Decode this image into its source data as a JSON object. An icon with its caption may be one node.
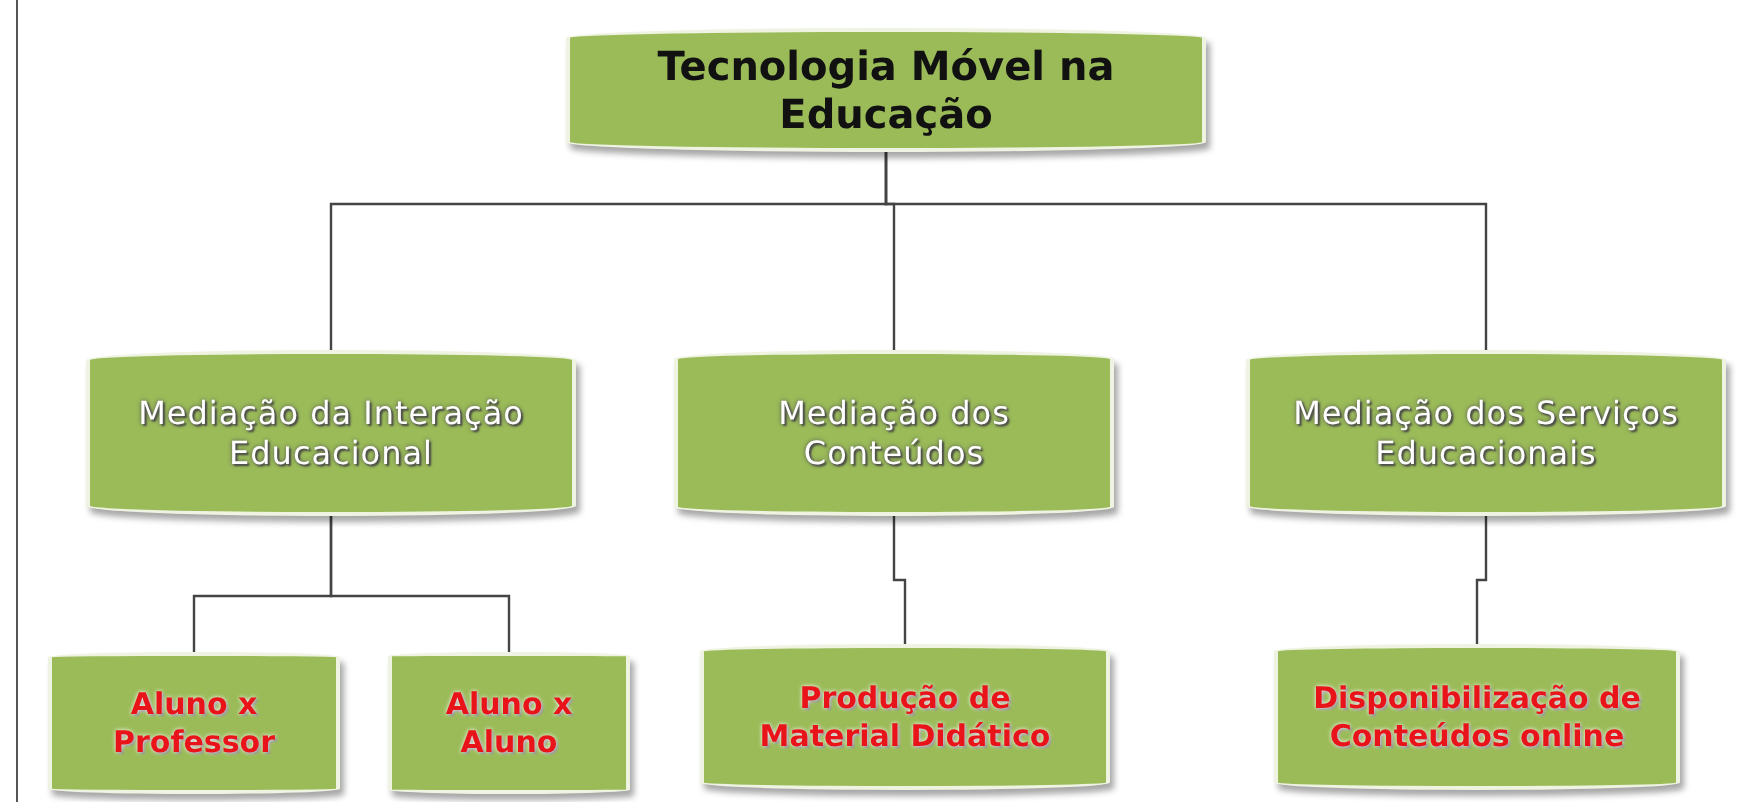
{
  "diagram": {
    "nodes": [
      {
        "text": [
          "Tecnologia Móvel na Educação"
        ]
      },
      {
        "text": [
          "Mediação da Interação Educacional"
        ]
      },
      {
        "text": [
          "Mediação dos Conteúdos"
        ]
      },
      {
        "text": [
          "Mediação dos Serviços Educacionais"
        ]
      },
      {
        "text": [
          "Aluno x Professor"
        ]
      },
      {
        "text": [
          "Aluno x Aluno"
        ]
      },
      {
        "text": [
          "Produção de Material Didático"
        ]
      },
      {
        "text": [
          "Disponibilização de Conteúdos online"
        ]
      }
    ],
    "edges": [
      {
        "from": 0,
        "to": 1,
        "arrow": "none"
      },
      {
        "from": 0,
        "to": 2,
        "arrow": "none"
      },
      {
        "from": 0,
        "to": 3,
        "arrow": "none"
      },
      {
        "from": 1,
        "to": 4,
        "arrow": "none"
      },
      {
        "from": 1,
        "to": 5,
        "arrow": "none"
      },
      {
        "from": 2,
        "to": 6,
        "arrow": "none"
      },
      {
        "from": 3,
        "to": 7,
        "arrow": "none"
      }
    ]
  }
}
